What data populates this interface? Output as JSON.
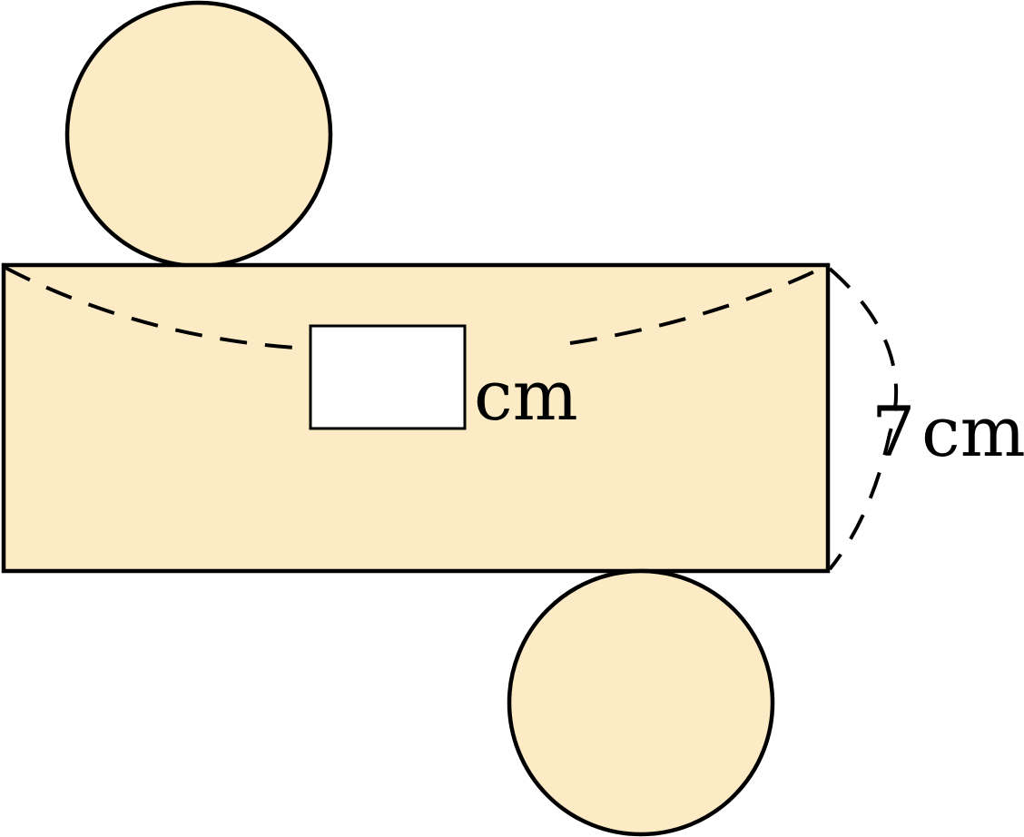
{
  "figure": {
    "unknown_label": {
      "unit": "cm"
    },
    "height_label": {
      "value": "7",
      "unit": "cm"
    }
  },
  "colors": {
    "fill": "#fdebc6",
    "stroke": "#000000",
    "answer_box": "#ffffff"
  }
}
